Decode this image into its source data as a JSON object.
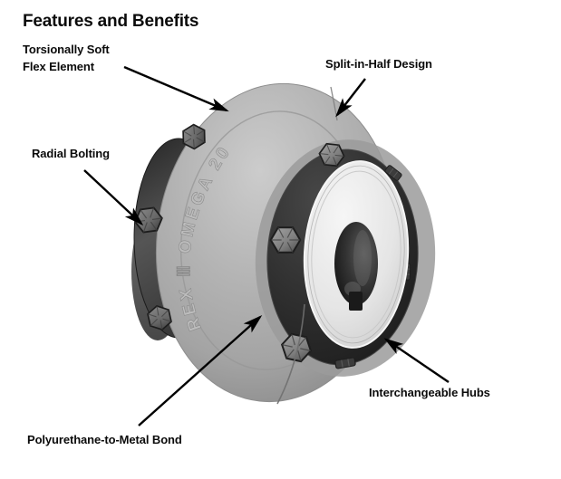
{
  "title": "Features and Benefits",
  "callouts": {
    "torsionally_soft_line1": "Torsionally Soft",
    "torsionally_soft_line2": "Flex Element",
    "split_in_half": "Split-in-Half Design",
    "radial_bolting": "Radial Bolting",
    "polyurethane_bond": "Polyurethane-to-Metal Bond",
    "interchangeable_hubs": "Interchangeable Hubs"
  },
  "figure": {
    "embossed_text": "REX Ⅲ OMEGA 20",
    "colors": {
      "background": "#ffffff",
      "label_text": "#0b0b0b",
      "arrow": "#000000",
      "flex_element_gray": "#ababab",
      "flange_black": "#2b2b2b",
      "hub_silver": "#e9e9e9",
      "bore_dark": "#1b1b1b"
    }
  }
}
